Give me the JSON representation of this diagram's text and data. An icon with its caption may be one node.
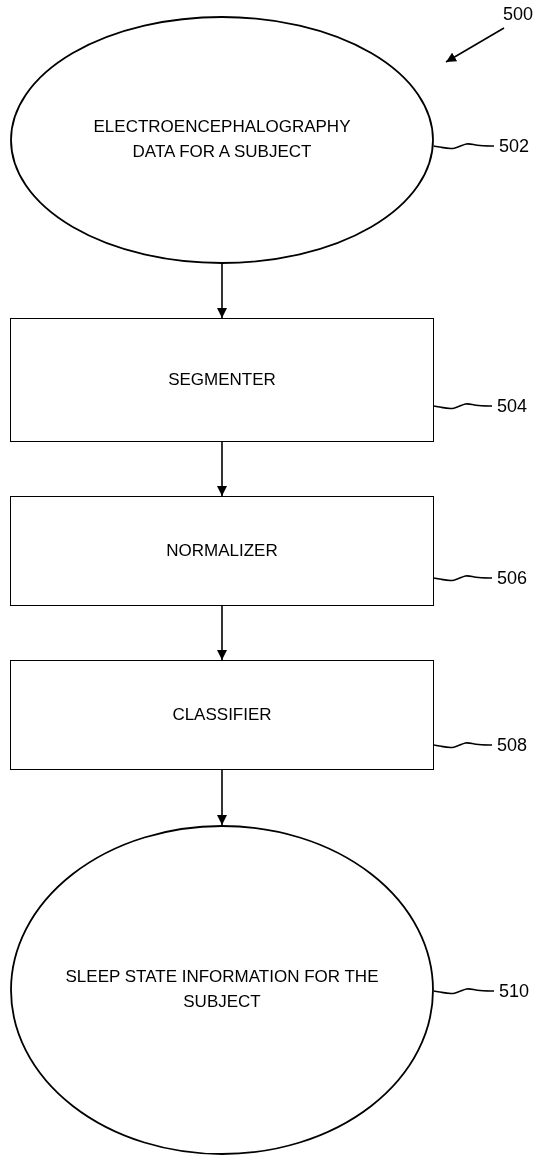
{
  "diagram": {
    "nodes": [
      {
        "text": [
          "ELECTROENCEPHALOGRAPHY DATA FOR A SUBJECT"
        ]
      },
      {
        "text": [
          "SEGMENTER"
        ]
      },
      {
        "text": [
          "NORMALIZER"
        ]
      },
      {
        "text": [
          "CLASSIFIER"
        ]
      },
      {
        "text": [
          "SLEEP STATE INFORMATION FOR THE SUBJECT"
        ]
      },
      {
        "text": [
          "500"
        ]
      },
      {
        "text": [
          "502"
        ]
      },
      {
        "text": [
          "504"
        ]
      },
      {
        "text": [
          "506"
        ]
      },
      {
        "text": [
          "508"
        ]
      },
      {
        "text": [
          "510"
        ]
      }
    ],
    "edges": [
      {
        "from": 0,
        "to": 1,
        "arrow": "to"
      },
      {
        "from": 1,
        "to": 2,
        "arrow": "to"
      },
      {
        "from": 2,
        "to": 3,
        "arrow": "to"
      },
      {
        "from": 3,
        "to": 4,
        "arrow": "to"
      },
      {
        "from": 5,
        "to": null,
        "arrow": "to"
      },
      {
        "from": 6,
        "to": 0,
        "arrow": "none"
      },
      {
        "from": 7,
        "to": 1,
        "arrow": "none"
      },
      {
        "from": 8,
        "to": 2,
        "arrow": "none"
      },
      {
        "from": 9,
        "to": 3,
        "arrow": "none"
      },
      {
        "from": 10,
        "to": 4,
        "arrow": "none"
      }
    ]
  }
}
